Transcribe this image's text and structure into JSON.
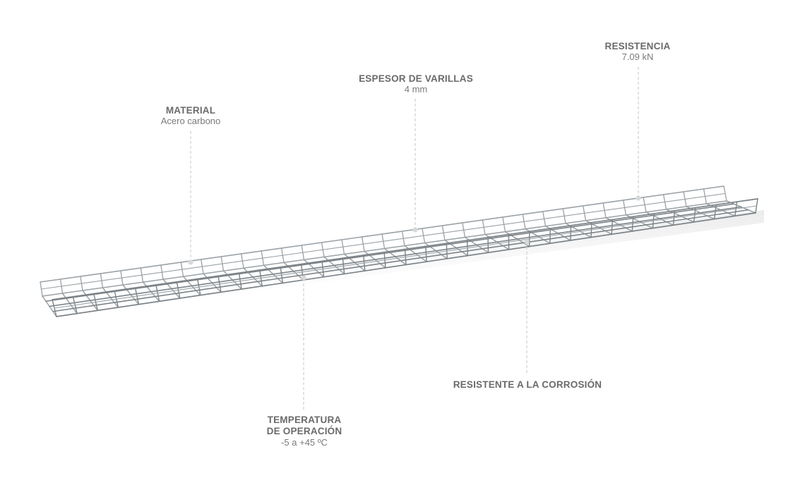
{
  "callouts": {
    "material": {
      "title": "MATERIAL",
      "value": "Acero carbono"
    },
    "espesor": {
      "title": "ESPESOR DE VARILLAS",
      "value": "4 mm"
    },
    "resistencia": {
      "title": "RESISTENCIA",
      "value": "7.09 kN"
    },
    "temperatura": {
      "title_line1": "TEMPERATURA",
      "title_line2": "DE OPERACIÓN",
      "value": "-5 a +45 ºC"
    },
    "corrosion": {
      "title": "RESISTENTE A LA CORROSIÓN"
    }
  },
  "colors": {
    "text": "#6d6d6d",
    "leader": "#cfcfcf",
    "wire": "#9aa1a6",
    "wire_dark": "#7c8388"
  },
  "illustration": "wire-mesh-cable-tray"
}
